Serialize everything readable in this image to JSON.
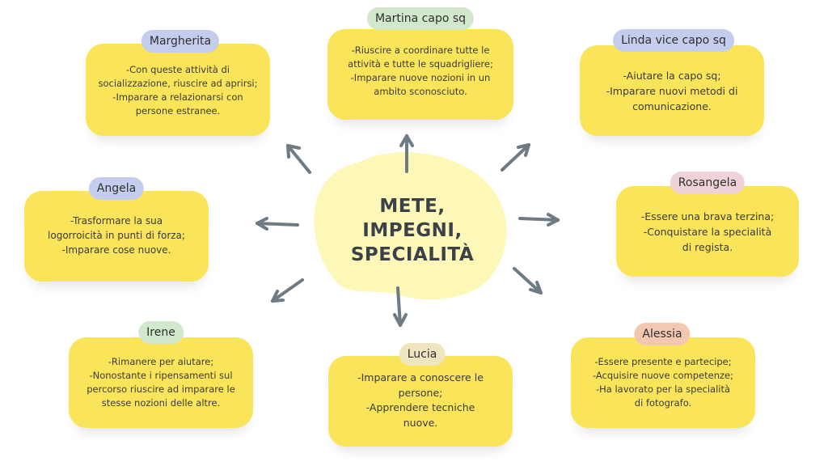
{
  "center": {
    "lines": [
      "METE,",
      "IMPEGNI,",
      "SPECIALITÀ"
    ]
  },
  "colors": {
    "card": "#f9e45a",
    "blob": "#fdf7b8",
    "arrow": "#6e7b82",
    "tag_blue": "#c5cdee",
    "tag_green": "#d2e8cc",
    "tag_pink": "#f0d3d9",
    "tag_peach": "#f3c8b2",
    "tag_beige": "#efe6c0"
  },
  "cards": [
    {
      "id": "martina",
      "name": "Martina capo sq",
      "tag_color": "tag_green",
      "lines": [
        "-Riuscire a coordinare tutte le",
        "attività e tutte le squadrigliere;",
        "-Imparare nuove nozioni in un",
        "ambito sconosciuto."
      ]
    },
    {
      "id": "margherita",
      "name": "Margherita",
      "tag_color": "tag_blue",
      "lines": [
        "-Con queste attività di",
        "socializzazione, riuscire ad aprirsi;",
        "-Imparare a relazionarsi con",
        "persone estranee."
      ]
    },
    {
      "id": "linda",
      "name": "Linda vice capo sq",
      "tag_color": "tag_blue",
      "lines": [
        "-Aiutare la capo sq;",
        "-Imparare nuovi metodi di",
        "comunicazione."
      ]
    },
    {
      "id": "angela",
      "name": "Angela",
      "tag_color": "tag_blue",
      "lines": [
        "-Trasformare la sua",
        "logorroicità in punti di forza;",
        "-Imparare cose nuove."
      ]
    },
    {
      "id": "rosangela",
      "name": "Rosangela",
      "tag_color": "tag_pink",
      "lines": [
        "-Essere una brava terzina;",
        "-Conquistare la specialità",
        "di regista."
      ]
    },
    {
      "id": "irene",
      "name": "Irene",
      "tag_color": "tag_green",
      "lines": [
        "-Rimanere per aiutare;",
        "-Nonostante i ripensamenti sul",
        "percorso riuscire ad imparare le",
        "stesse nozioni delle altre."
      ]
    },
    {
      "id": "lucia",
      "name": "Lucia",
      "tag_color": "tag_beige",
      "lines": [
        "-Imparare a conoscere le",
        "persone;",
        "-Apprendere tecniche",
        "nuove."
      ]
    },
    {
      "id": "alessia",
      "name": "Alessia",
      "tag_color": "tag_peach",
      "lines": [
        "-Essere presente e partecipe;",
        "-Acquisire nuove competenze;",
        "-Ha lavorato per la specialità",
        "di fotografo."
      ]
    }
  ]
}
